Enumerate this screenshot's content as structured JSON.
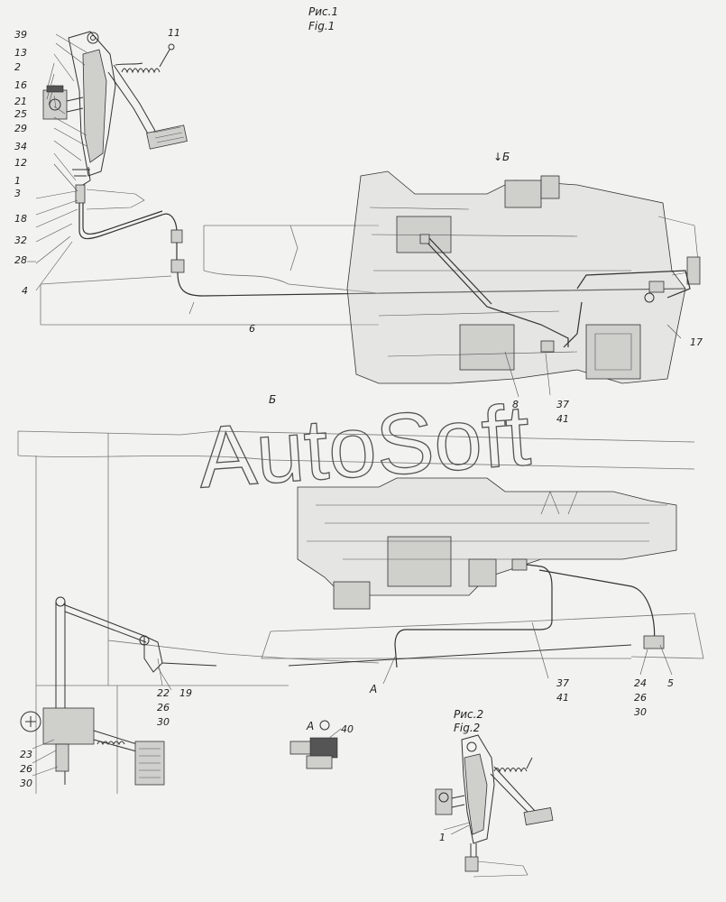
{
  "fig1": {
    "caption_ru": "Рис.1",
    "caption_en": "Fig.1"
  },
  "fig2": {
    "caption_ru": "Рис.2",
    "caption_en": "Fig.2"
  },
  "view_b_marker": "↓Б",
  "view_b_title": "Б",
  "watermark": "AutoSoft",
  "section_a": {
    "letter": "А",
    "number": "40"
  },
  "callout_a": "А",
  "left_labels": [
    "39",
    "13",
    "2",
    "16",
    "21",
    "25",
    "29",
    "34",
    "12",
    "1",
    "3",
    "18",
    "32",
    "28",
    "4"
  ],
  "labels": {
    "l11": "11",
    "l6": "6",
    "l17": "17",
    "l8": "8",
    "l37a": "37",
    "l41a": "41",
    "l22": "22",
    "l26a": "26",
    "l30a": "30",
    "l19": "19",
    "l23": "23",
    "l26b": "26",
    "l30b": "30",
    "l37b": "37",
    "l41b": "41",
    "l24": "24",
    "l26c": "26",
    "l30c": "30",
    "l5": "5",
    "l1fig2": "1"
  }
}
